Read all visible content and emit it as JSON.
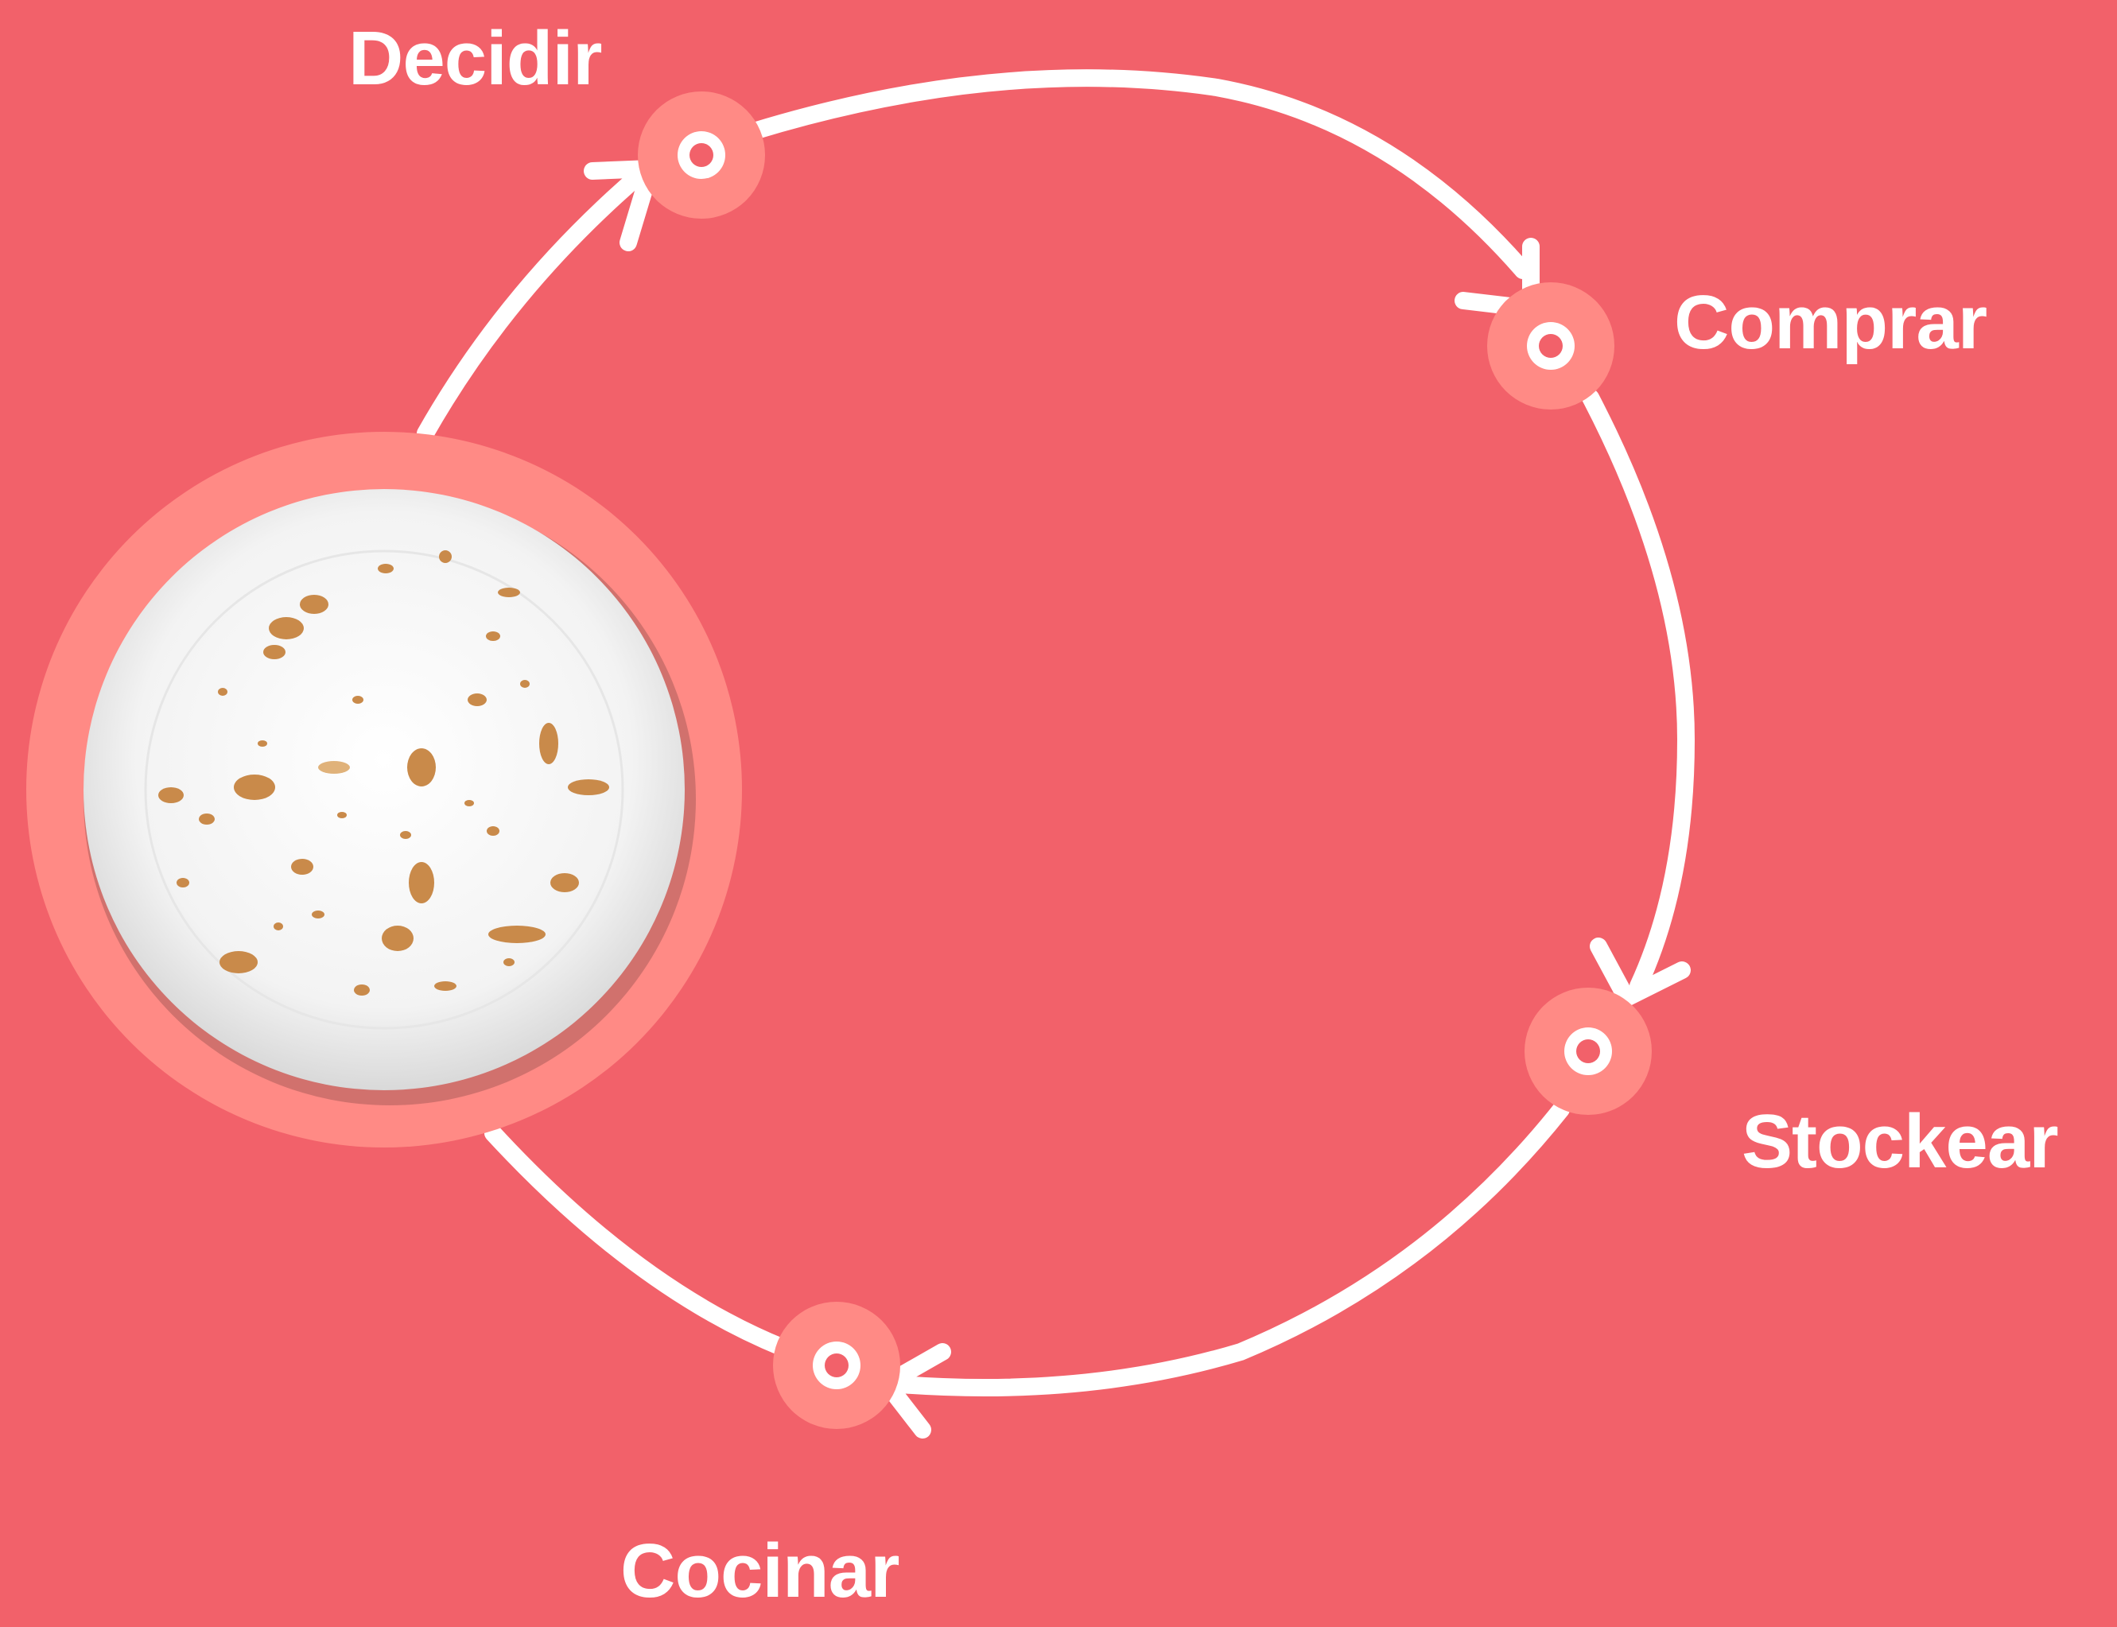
{
  "colors": {
    "background": "#f2616a",
    "node_ring": "#ff8a85",
    "line": "#ffffff",
    "plate": "#f5f5f5",
    "crumbs": "#c98a4a"
  },
  "steps": [
    {
      "label": "Decidir"
    },
    {
      "label": "Comprar"
    },
    {
      "label": "Stockear"
    },
    {
      "label": "Cocinar"
    }
  ],
  "center_image": "empty-plate-with-crumbs"
}
